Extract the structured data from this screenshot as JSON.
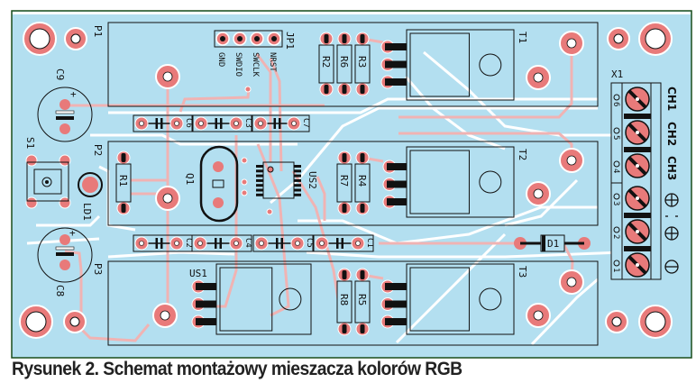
{
  "caption": "Rysunek 2. Schemat montażowy mieszacza kolorów RGB",
  "colors": {
    "board": "#b3dff0",
    "pad": "#e87a7a",
    "trace": "#f0b3b3",
    "border": "#1a4d1a"
  },
  "labels": {
    "P1": "P1",
    "P2": "P2",
    "P3": "P3",
    "JP1": "JP1",
    "GND": "GND",
    "SWDIO": "SWDIO",
    "SWCLK": "SWCLK",
    "NRST": "NRST",
    "C9": "C9",
    "C8": "C8",
    "C6": "C6",
    "C3": "C3",
    "C7": "C7",
    "C2": "C2",
    "C4": "C4",
    "C5": "C5",
    "C1": "C1",
    "R1": "R1",
    "R2": "R2",
    "R3": "R3",
    "R4": "R4",
    "R5": "R5",
    "R6": "R6",
    "R7": "R7",
    "R8": "R8",
    "S1": "S1",
    "LD1": "LD1",
    "Q1": "Q1",
    "US1": "US1",
    "US2": "US2",
    "D1": "D1",
    "T1": "T1",
    "T2": "T2",
    "T3": "T3",
    "X1": "X1",
    "CH1": "CH1",
    "CH2": "CH2",
    "CH3": "CH3",
    "pins": [
      "6",
      "5",
      "4",
      "3",
      "2",
      "1"
    ],
    "plus": "+"
  }
}
